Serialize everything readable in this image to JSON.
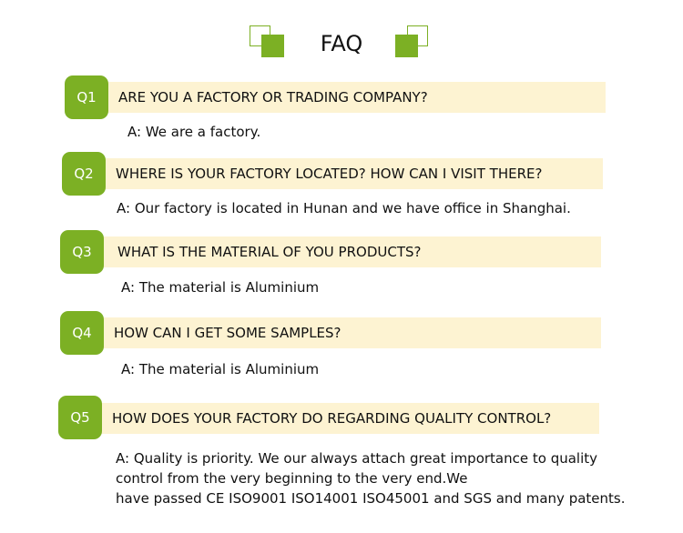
{
  "title": "FAQ",
  "colors": {
    "accent": "#7cb024",
    "bar": "#fdf3d2"
  },
  "faqs": [
    {
      "badge": "Q1",
      "question": "ARE YOU A FACTORY OR TRADING COMPANY?",
      "answer": [
        "A: We are a factory."
      ]
    },
    {
      "badge": "Q2",
      "question": "WHERE IS YOUR FACTORY LOCATED? HOW CAN I VISIT THERE?",
      "answer": [
        "A: Our factory is located in Hunan and we have office in Shanghai."
      ]
    },
    {
      "badge": "Q3",
      "question": "WHAT IS THE MATERIAL OF YOU PRODUCTS?",
      "answer": [
        "A: The material is Aluminium"
      ]
    },
    {
      "badge": "Q4",
      "question": "HOW CAN I GET SOME SAMPLES?",
      "answer": [
        "A: The material is Aluminium"
      ]
    },
    {
      "badge": "Q5",
      "question": "HOW DOES YOUR FACTORY DO REGARDING QUALITY CONTROL?",
      "answer": [
        "A: Quality is priority. We our always attach great importance to quality",
        "control from the very beginning to the very end.We",
        "have passed CE ISO9001 ISO14001 ISO45001 and SGS and many patents."
      ]
    }
  ]
}
